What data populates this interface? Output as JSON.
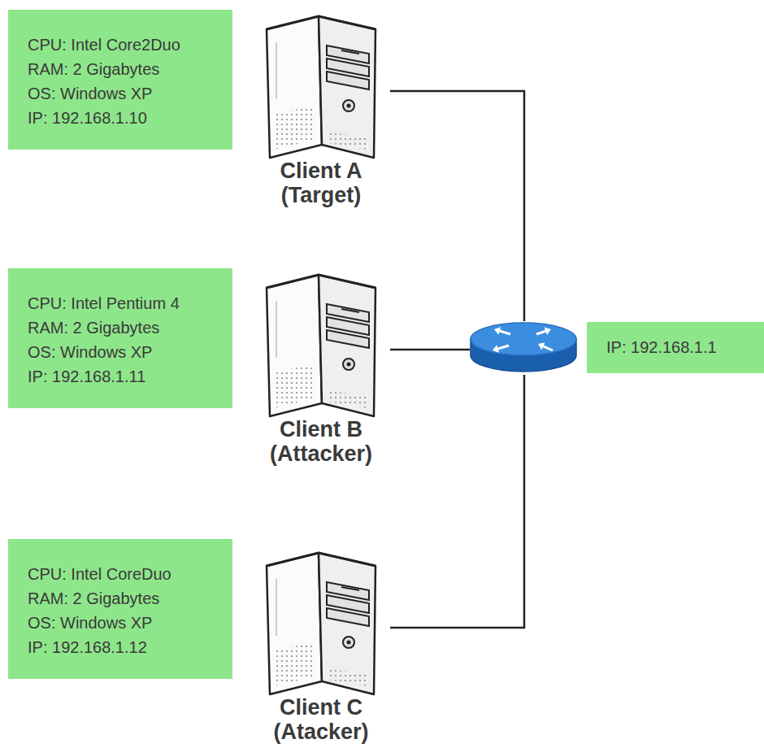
{
  "diagram": {
    "nodes": [
      {
        "text": [
          "CPU: Intel Core2Duo",
          "RAM: 2 Gigabytes",
          "OS: Windows XP",
          "IP: 192.168.1.10"
        ]
      },
      {
        "text": [
          "Client A (Target)"
        ]
      },
      {
        "text": [
          "CPU: Intel Pentium 4",
          "RAM: 2 Gigabytes",
          "OS: Windows XP",
          "IP: 192.168.1.11"
        ]
      },
      {
        "text": [
          "Client B (Attacker)"
        ]
      },
      {
        "text": [
          "IP: 192.168.1.1"
        ]
      },
      {
        "text": [
          "CPU: Intel CoreDuo",
          "RAM: 2 Gigabytes",
          "OS: Windows XP",
          "IP: 192.168.1.12"
        ]
      },
      {
        "text": [
          "Client C (Atacker)"
        ]
      }
    ],
    "edges": [
      {
        "from": 1,
        "to": 4,
        "arrow": "none"
      },
      {
        "from": 3,
        "to": 4,
        "arrow": "none"
      },
      {
        "from": 6,
        "to": 4,
        "arrow": "none"
      }
    ]
  }
}
